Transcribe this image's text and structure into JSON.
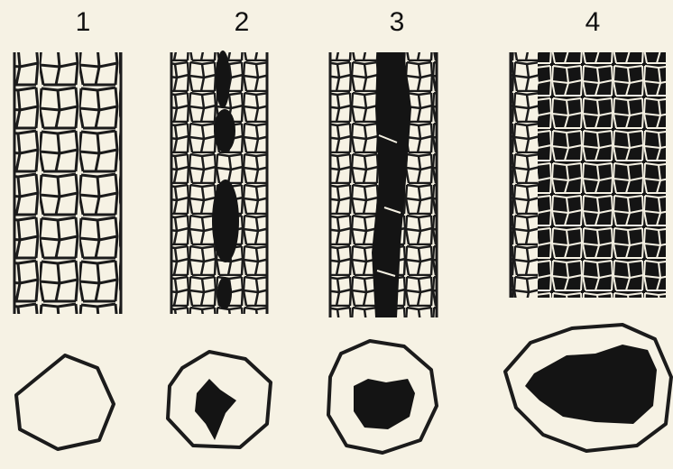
{
  "panels": [
    {
      "number": "1"
    },
    {
      "number": "2"
    },
    {
      "number": "3"
    },
    {
      "number": "4"
    }
  ],
  "colors": {
    "ink": "#1b1b1b",
    "paper": "#f6f2e4",
    "fill": "#141414"
  }
}
